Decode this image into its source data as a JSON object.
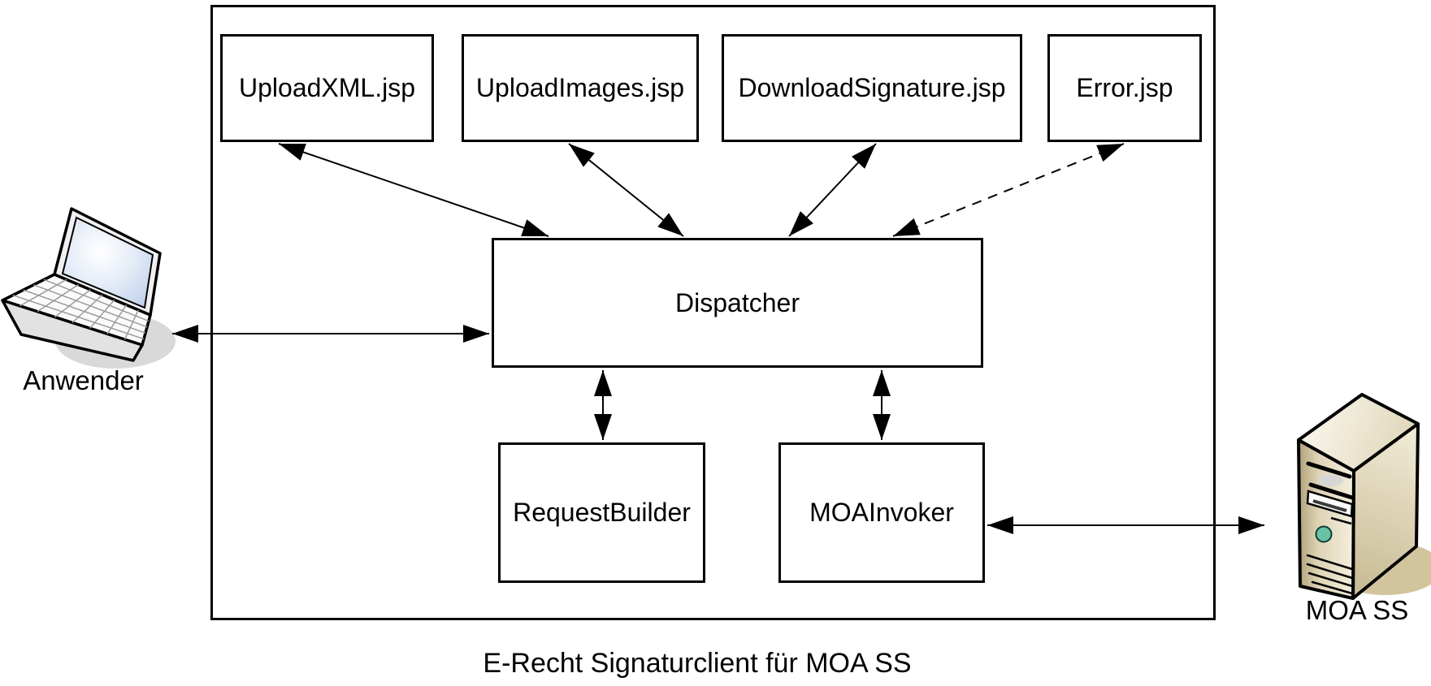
{
  "diagram": {
    "caption": "E-Recht Signaturclient für MOA SS",
    "nodes": {
      "upload_xml": "UploadXML.jsp",
      "upload_images": "UploadImages.jsp",
      "download_signature": "DownloadSignature.jsp",
      "error": "Error.jsp",
      "dispatcher": "Dispatcher",
      "request_builder": "RequestBuilder",
      "moa_invoker": "MOAInvoker"
    },
    "actors": {
      "user": {
        "label": "Anwender",
        "icon": "laptop-icon"
      },
      "moa_server": {
        "label": "MOA SS",
        "icon": "server-tower-icon"
      }
    },
    "edges": [
      {
        "from": "Anwender",
        "to": "Dispatcher",
        "style": "solid",
        "direction": "both"
      },
      {
        "from": "UploadXML.jsp",
        "to": "Dispatcher",
        "style": "solid",
        "direction": "both"
      },
      {
        "from": "UploadImages.jsp",
        "to": "Dispatcher",
        "style": "solid",
        "direction": "both"
      },
      {
        "from": "DownloadSignature.jsp",
        "to": "Dispatcher",
        "style": "solid",
        "direction": "both"
      },
      {
        "from": "Error.jsp",
        "to": "Dispatcher",
        "style": "dashed",
        "direction": "both"
      },
      {
        "from": "Dispatcher",
        "to": "RequestBuilder",
        "style": "solid",
        "direction": "both"
      },
      {
        "from": "Dispatcher",
        "to": "MOAInvoker",
        "style": "solid",
        "direction": "both"
      },
      {
        "from": "MOAInvoker",
        "to": "MOA SS",
        "style": "solid",
        "direction": "both"
      }
    ],
    "colors": {
      "line": "#000000",
      "box_fill": "#ffffff",
      "laptop_screen": "#c7d6ee",
      "laptop_body": "#f2f2f2",
      "shadow_gray": "#d9d9d9",
      "server_front": "#e7dfc6",
      "server_side": "#cfc29b",
      "server_shadow": "#d2c59e",
      "power_button": "#68c3a6"
    }
  }
}
